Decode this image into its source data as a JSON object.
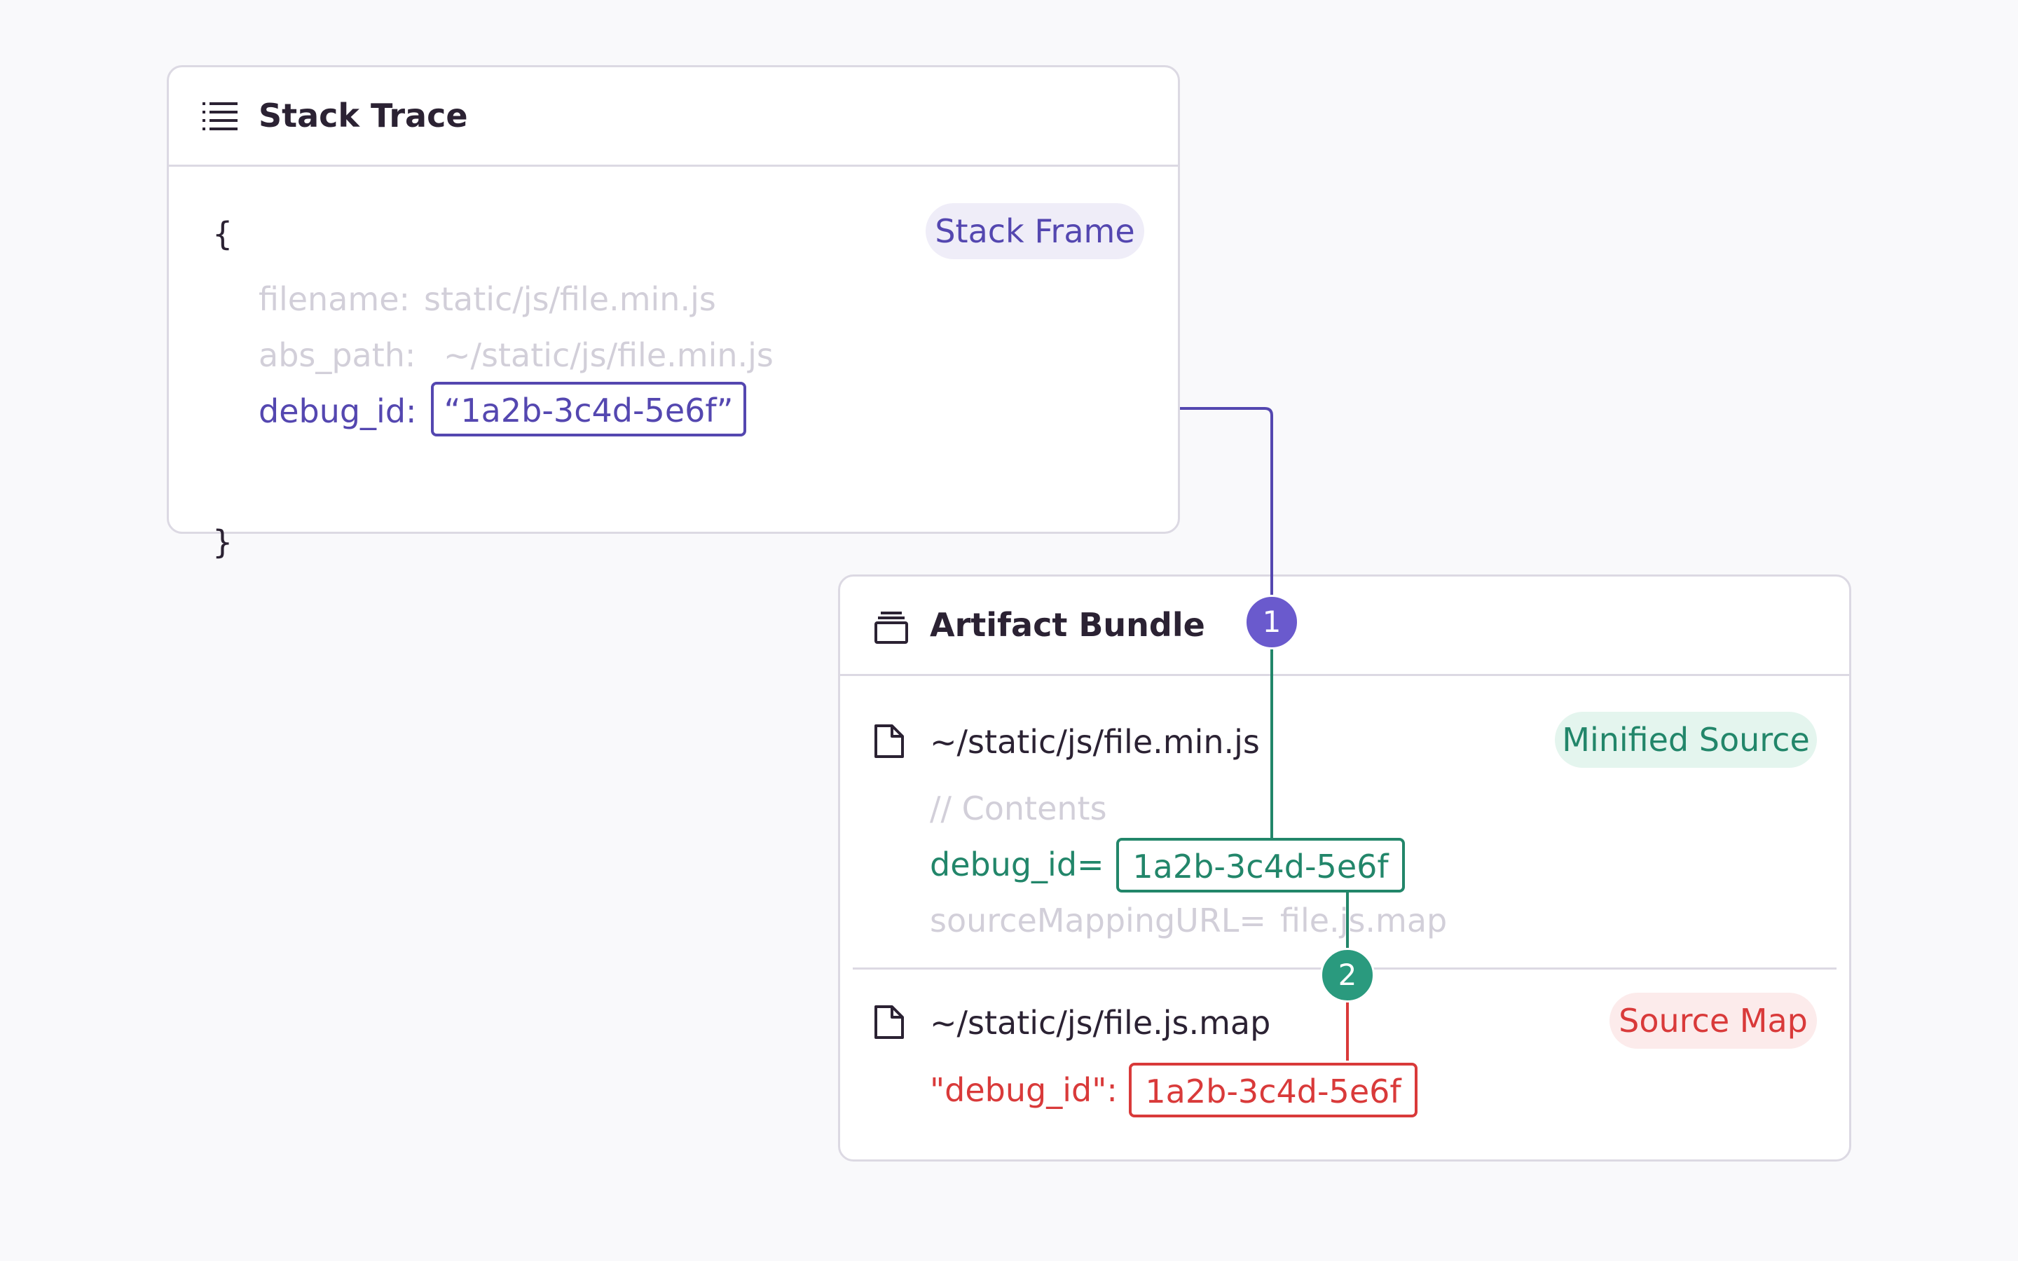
{
  "stack_trace": {
    "title": "Stack Trace",
    "icon": "list-icon",
    "open_brace": "{",
    "close_brace": "}",
    "pill": "Stack Frame",
    "fields": [
      {
        "key": "filename:",
        "value": "static/js/file.min.js"
      },
      {
        "key": "abs_path:",
        "value": "~/static/js/file.min.js"
      }
    ],
    "debug_key": "debug_id:",
    "debug_value": "“1a2b-3c4d-5e6f”"
  },
  "artifact_bundle": {
    "title": "Artifact Bundle",
    "icon": "archive-icon",
    "minified": {
      "filename": "~/static/js/file.min.js",
      "pill": "Minified Source",
      "comment": "// Contents",
      "debug_key": "debug_id=",
      "debug_value": "1a2b-3c4d-5e6f",
      "mapping_key": "sourceMappingURL=",
      "mapping_value": "file.js.map"
    },
    "sourcemap": {
      "filename": "~/static/js/file.js.map",
      "pill": "Source Map",
      "debug_key": "\"debug_id\":",
      "debug_value": "1a2b-3c4d-5e6f"
    }
  },
  "badges": [
    "1",
    "2"
  ],
  "colors": {
    "purple": "#5447b0",
    "green": "#22866a",
    "red": "#d93a3a",
    "badge1": "#6a5acd",
    "badge2": "#2a9a7e"
  }
}
